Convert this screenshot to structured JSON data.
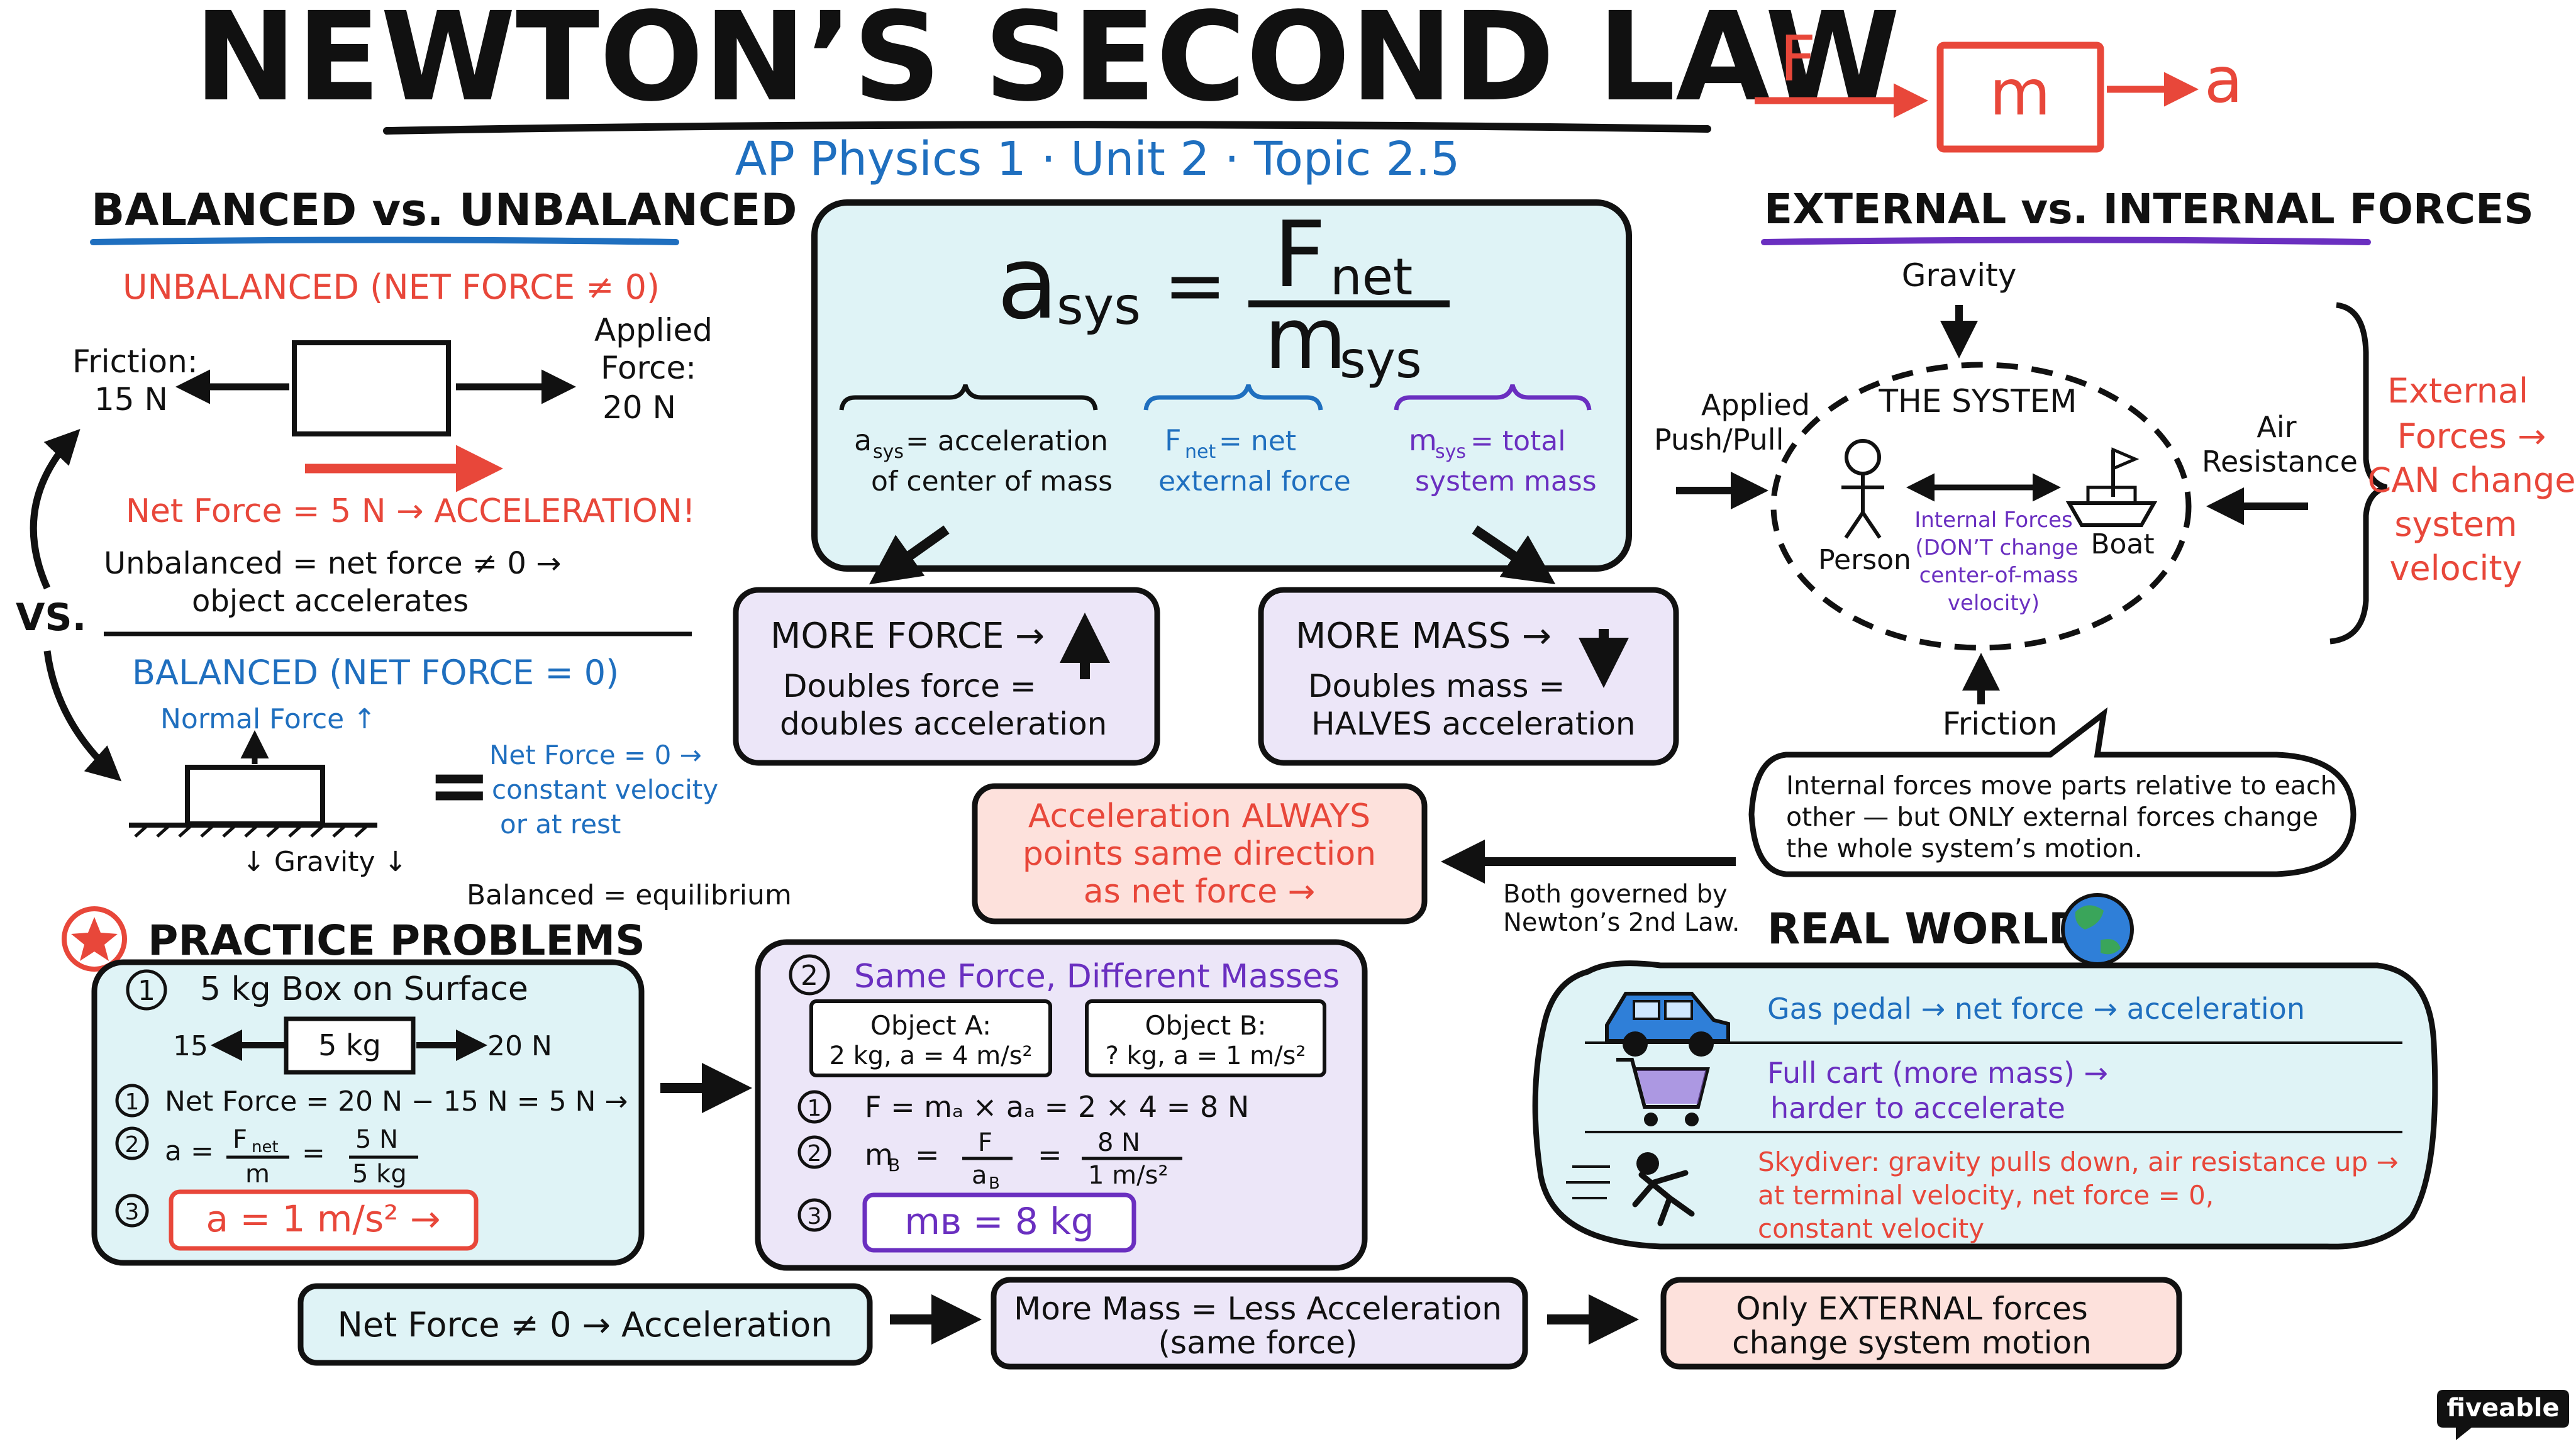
{
  "header": {
    "title": "NEWTON’S SECOND LAW",
    "subtitle": "AP Physics 1 · Unit 2 · Topic 2.5",
    "corner_f": "F",
    "corner_m": "m",
    "corner_a": "a"
  },
  "balanced": {
    "heading": "BALANCED vs. UNBALANCED",
    "unbalanced_title": "UNBALANCED (NET FORCE ≠ 0)",
    "friction_1": "Friction:",
    "friction_2": "15 N",
    "applied_1": "Applied",
    "applied_2": "Force:",
    "applied_3": "20 N",
    "net_force": "Net Force = 5 N → ACCELERATION!",
    "unbalanced_1": "Unbalanced = net force ≠ 0 →",
    "unbalanced_2": "object accelerates",
    "vs": "VS.",
    "balanced_title": "BALANCED (NET FORCE = 0)",
    "normal_force": "Normal Force ↑",
    "gravity": "↓ Gravity ↓",
    "net_zero_1": "Net Force = 0 →",
    "net_zero_2": "constant velocity",
    "net_zero_3": "or at rest",
    "equilibrium": "Balanced = equilibrium"
  },
  "formula": {
    "a": "a",
    "a_sub": "sys",
    "equals": "=",
    "f": "F",
    "f_sub": "net",
    "m": "m",
    "m_sub": "sys",
    "def_a_1": "a",
    "def_a_1b": "sys",
    "def_a_1c": " = acceleration",
    "def_a_2": "of center of mass",
    "def_f_1": "F",
    "def_f_1b": "net",
    "def_f_1c": " = net",
    "def_f_2": "external force",
    "def_m_1": "m",
    "def_m_1b": "sys",
    "def_m_1c": " = total",
    "def_m_2": "system mass"
  },
  "more_force": {
    "title": "MORE FORCE →",
    "line1": "Doubles force =",
    "line2": "doubles acceleration"
  },
  "more_mass": {
    "title": "MORE MASS →",
    "line1": "Doubles mass =",
    "line2": "HALVES acceleration"
  },
  "accel_direction": {
    "line1": "Acceleration ALWAYS",
    "line2": "points same direction",
    "line3": "as net force →"
  },
  "both_governed": {
    "line1": "Both governed by",
    "line2": "Newton’s 2nd Law."
  },
  "external": {
    "heading": "EXTERNAL vs. INTERNAL FORCES",
    "gravity": "Gravity",
    "system": "THE SYSTEM",
    "applied_1": "Applied",
    "applied_2": "Push/Pull",
    "air_1": "Air",
    "air_2": "Resistance",
    "person": "Person",
    "boat": "Boat",
    "internal_1": "Internal Forces",
    "internal_2": "(DON’T change",
    "internal_3": "center-of-mass",
    "internal_4": "velocity)",
    "friction": "Friction",
    "ext_1": "External",
    "ext_2": "Forces →",
    "ext_3": "CAN change",
    "ext_4": "system",
    "ext_5": "velocity",
    "bubble_1": "Internal forces move parts relative to each",
    "bubble_2": "other — but ONLY external forces change",
    "bubble_3": "the whole system’s motion."
  },
  "practice": {
    "heading": "PRACTICE PROBLEMS",
    "p1": {
      "number": "1",
      "title": "5 kg Box on Surface",
      "left": "15",
      "box": "5 kg",
      "right": "20 N",
      "s1_num": "1",
      "s1": "Net Force = 20 N − 15 N = 5 N →",
      "s2_num": "2",
      "s2_a": "a =",
      "s2_num_top": "F",
      "s2_num_top_sub": "net",
      "s2_den": "m",
      "s2_eq": "=",
      "s2_val_top": "5 N",
      "s2_val_bot": "5 kg",
      "s3_num": "3",
      "answer": "a = 1 m/s² →"
    },
    "p2": {
      "number": "2",
      "title": "Same Force, Different Masses",
      "objA_1": "Object A:",
      "objA_2": "2 kg, a = 4 m/s²",
      "objB_1": "Object B:",
      "objB_2": "? kg, a = 1 m/s²",
      "s1_num": "1",
      "s1": "F = mₐ × aₐ = 2 × 4 = 8 N",
      "s2_num": "2",
      "s2_m": "m",
      "s2_m_sub": "B",
      "s2_eq": "=",
      "s2_top": "F",
      "s2_bot": "a",
      "s2_bot_sub": "B",
      "s2_eq2": "=",
      "s2_val_top": "8 N",
      "s2_val_bot": "1 m/s²",
      "s3_num": "3",
      "answer": "mʙ = 8 kg"
    }
  },
  "real_world": {
    "heading": "REAL WORLD",
    "item1": "Gas pedal → net force → acceleration",
    "item2_1": "Full cart (more mass) →",
    "item2_2": "harder to accelerate",
    "item3_1": "Skydiver: gravity pulls down, air resistance up →",
    "item3_2": "at terminal velocity, net force = 0,",
    "item3_3": "constant velocity"
  },
  "footer": {
    "box1": "Net Force ≠ 0 → Acceleration",
    "box2_1": "More Mass = Less Acceleration",
    "box2_2": "(same force)",
    "box3_1": "Only EXTERNAL forces",
    "box3_2": "change system motion"
  },
  "brand": "fiveable",
  "colors": {
    "ink": "#111111",
    "red": "#e8473a",
    "blue": "#1f6fbf",
    "purple": "#6a2fc0",
    "teal_fill": "#dff3f6",
    "lavender_fill": "#ece6f8",
    "peach_fill": "#fde1dc"
  }
}
